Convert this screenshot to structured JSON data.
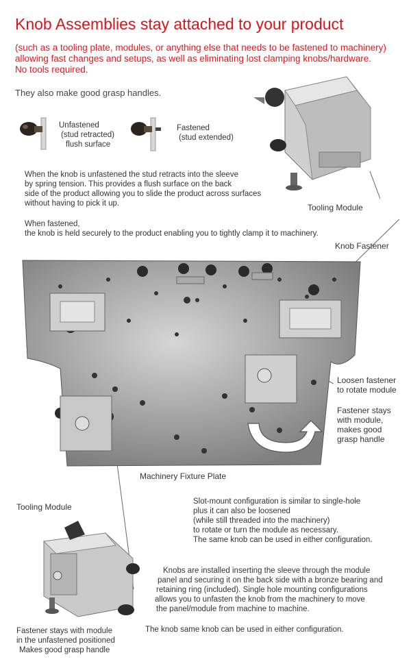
{
  "title": "Knob Assemblies stay attached to your product",
  "intro_lines": [
    "(such as a tooling plate, modules, or anything else that needs to be fastened to machinery)",
    "allowing fast changes and setups, as well as eliminating lost clamping knobs/hardware.",
    "No tools required."
  ],
  "grasp_text": "They also make good grasp handles.",
  "unfastened_lines": [
    "Unfastened",
    "(stud retracted)",
    "flush surface"
  ],
  "fastened_lines": [
    "Fastened",
    "(stud extended)"
  ],
  "unfastened_desc_lines": [
    "When the knob is unfastened the stud retracts into the sleeve",
    "by spring tension. This provides a flush surface on the back",
    "side of the product allowing you to slide  the product across surfaces",
    "without having to pick it up."
  ],
  "fastened_desc_lines": [
    "When fastened,",
    "the knob is held securely to the product enabling you to tightly clamp it to machinery."
  ],
  "label_tooling_module_top": "Tooling Module",
  "label_knob_fastener": "Knob Fastener",
  "label_loosen_lines": [
    "Loosen fastener",
    "to rotate module"
  ],
  "label_stays_lines": [
    "Fastener stays",
    "with module,",
    "makes good",
    "grasp handle"
  ],
  "label_fixture_plate": "Machinery Fixture Plate",
  "label_tooling_module_bottom": "Tooling Module",
  "slot_mount_lines": [
    "Slot-mount configuration is similar to single-hole",
    "plus it can also be loosened",
    "(while still threaded into the machinery)",
    "to rotate or turn the module as necessary.",
    "The same knob can be used in either configuration."
  ],
  "install_lines": [
    "Knobs are installed  inserting the sleeve through the module",
    "panel and securing it on the back side with a bronze bearing and",
    "retaining ring (included). Single hole mounting configurations",
    "allows  you to unfasten the knob from the machinery to move",
    "the panel/module from machine to machine."
  ],
  "same_knob_text": "The knob same knob can be used in either configuration.",
  "bottom_caption_lines": [
    "Fastener stays with module",
    "in the unfastened positioned",
    "Makes good grasp handle"
  ]
}
